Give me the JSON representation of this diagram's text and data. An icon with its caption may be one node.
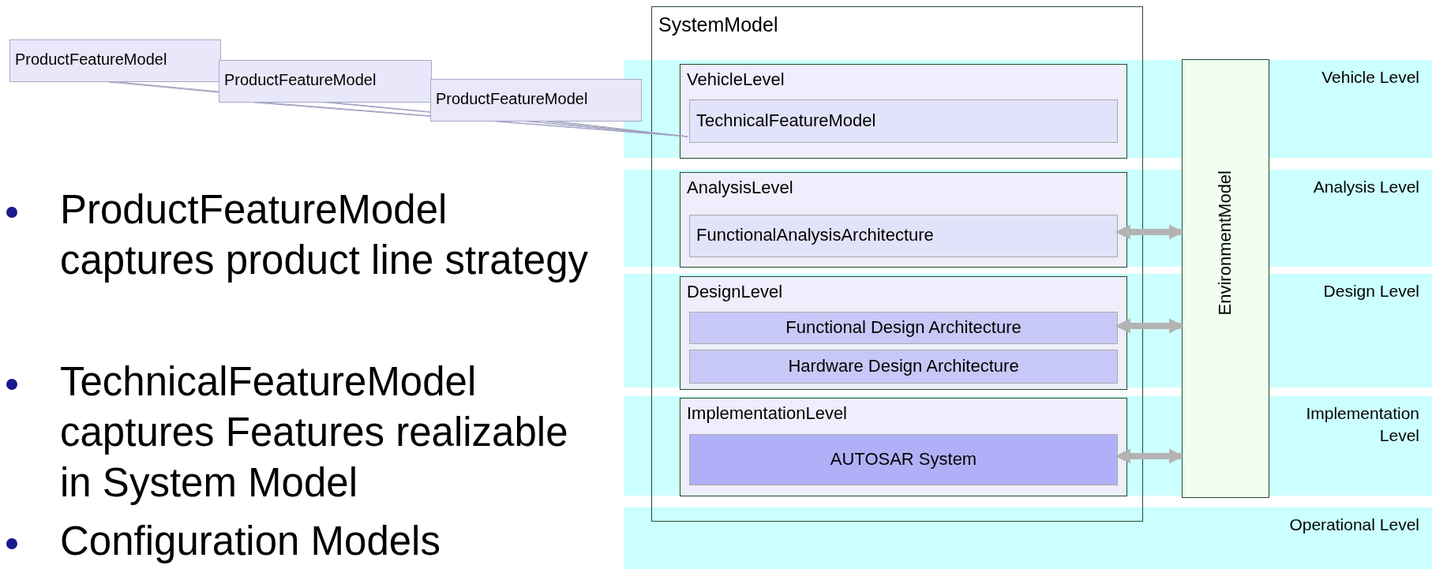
{
  "diagram": {
    "nodes": [
      {
        "text": [
          "ProductFeatureModel"
        ]
      },
      {
        "text": [
          "ProductFeatureModel"
        ]
      },
      {
        "text": [
          "ProductFeatureModel"
        ]
      },
      {
        "text": [
          "SystemModel"
        ]
      },
      {
        "text": [
          "VehicleLevel"
        ],
        "in": 3
      },
      {
        "text": [
          "TechnicalFeatureModel"
        ],
        "in": 4
      },
      {
        "text": [
          "AnalysisLevel"
        ],
        "in": 3
      },
      {
        "text": [
          "FunctionalAnalysisArchitecture"
        ],
        "in": 6
      },
      {
        "text": [
          "DesignLevel"
        ],
        "in": 3
      },
      {
        "text": [
          "Functional Design Architecture"
        ],
        "in": 8
      },
      {
        "text": [
          "Hardware Design Architecture"
        ],
        "in": 8
      },
      {
        "text": [
          "ImplementationLevel"
        ],
        "in": 3
      },
      {
        "text": [
          "AUTOSAR System"
        ],
        "in": 11
      },
      {
        "text": [
          "EnvironmentModel"
        ]
      }
    ],
    "edges": [
      {
        "from": 0,
        "to": 5,
        "arrow": "none"
      },
      {
        "from": 1,
        "to": 5,
        "arrow": "none"
      },
      {
        "from": 2,
        "to": 5,
        "arrow": "none"
      },
      {
        "from": 6,
        "to": 13,
        "arrow": "both",
        "color": "#b3b3b3"
      },
      {
        "from": 8,
        "to": 13,
        "arrow": "both",
        "color": "#b3b3b3"
      },
      {
        "from": 11,
        "to": 13,
        "arrow": "both",
        "color": "#b3b3b3"
      }
    ],
    "labels": [
      "ProductFeatureModel captures product line strategy",
      "TechnicalFeatureModel captures Features realizable in System Model",
      "Configuration Models",
      "Vehicle Level",
      "Analysis Level",
      "Design Level",
      "Implementation Level",
      "Operational Level"
    ]
  }
}
